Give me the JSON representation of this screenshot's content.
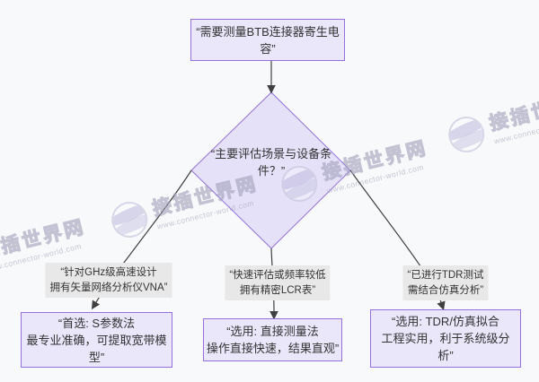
{
  "page": {
    "background": "#f8f9fb"
  },
  "theme": {
    "node_fill": "#eae7fb",
    "node_border": "#9370DB",
    "decision_fill": "#e5e1f8",
    "edge_color": "#404040",
    "edge_label_bg": "#e8e8e8",
    "text_color": "#333333"
  },
  "flowchart": {
    "start_node": {
      "label": "“需要测量BTB连接器寄生电\n容”"
    },
    "decision_node": {
      "label": "“主要评估场景与设备条\n件？”"
    },
    "branches": [
      {
        "condition_label": "“针对GHz级高速设计\n拥有矢量网络分析仪VNA”",
        "result_node": "“首选: S参数法\n最专业准确，可提取宽带模\n型”"
      },
      {
        "condition_label": "“快速评估或频率较低\n拥有精密LCR表”",
        "result_node": "“选用: 直接测量法\n操作直接快速，结果直观”"
      },
      {
        "condition_label": "“已进行TDR测试\n需结合仿真分析”",
        "result_node": "“选用: TDR/仿真拟合\n工程实用，利于系统级分\n析”"
      }
    ]
  },
  "watermark": {
    "brand": "接插世界网",
    "url": "www.connector-world.com"
  }
}
